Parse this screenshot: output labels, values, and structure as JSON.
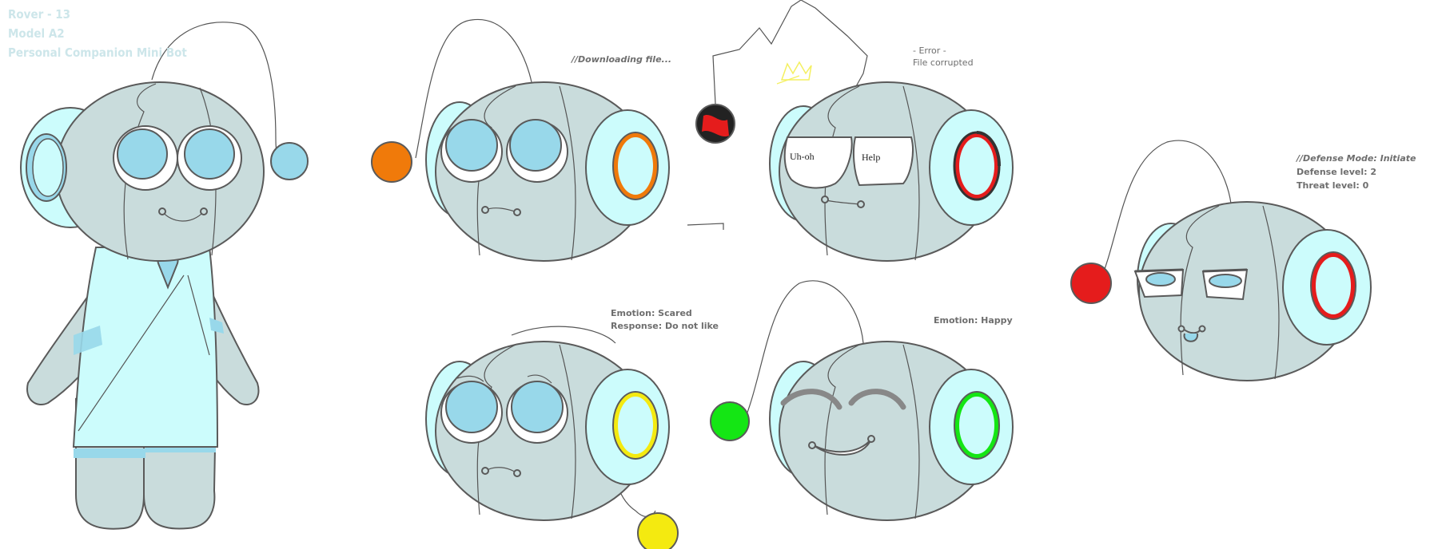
{
  "header": {
    "line1": "Rover - 13",
    "line2": "Model A2",
    "line3": "Personal Companion Mini Bot"
  },
  "notes": {
    "downloading": "//Downloading file...",
    "error_line1": "- Error -",
    "error_line2": "File corrupted",
    "scared_line1": "Emotion:  Scared",
    "scared_line2": "Response: Do not like",
    "happy": "Emotion: Happy",
    "defense_line1": "//Defense Mode: Initiate",
    "defense_line2": "Defense level: 2",
    "defense_line3": "Threat level: 0"
  },
  "screens": {
    "left": "Uh-oh",
    "right": "Help"
  },
  "colors": {
    "body_gray": "#c9dcdc",
    "light_cyan": "#ccfcfc",
    "eye_blue": "#98d8ea",
    "outline": "#5a5a5a",
    "orange": "#f07a0a",
    "red": "#e51c1c",
    "yellow": "#f4ea10",
    "green": "#14e614",
    "error_yellow": "#f4f060"
  }
}
